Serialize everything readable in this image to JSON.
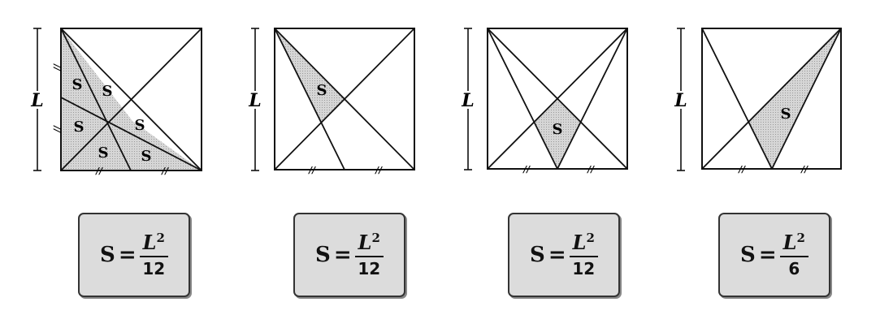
{
  "side_label": "L",
  "area_symbol": "S",
  "tick_mark": "//",
  "panels": [
    {
      "name": "panel-1",
      "formula": {
        "symbol": "S",
        "equals": "=",
        "numerator": "L",
        "exponent": "2",
        "denominator": "12"
      }
    },
    {
      "name": "panel-2",
      "formula": {
        "symbol": "S",
        "equals": "=",
        "numerator": "L",
        "exponent": "2",
        "denominator": "12"
      }
    },
    {
      "name": "panel-3",
      "formula": {
        "symbol": "S",
        "equals": "=",
        "numerator": "L",
        "exponent": "2",
        "denominator": "12"
      }
    },
    {
      "name": "panel-4",
      "formula": {
        "symbol": "S",
        "equals": "=",
        "numerator": "L",
        "exponent": "2",
        "denominator": "6"
      }
    }
  ]
}
